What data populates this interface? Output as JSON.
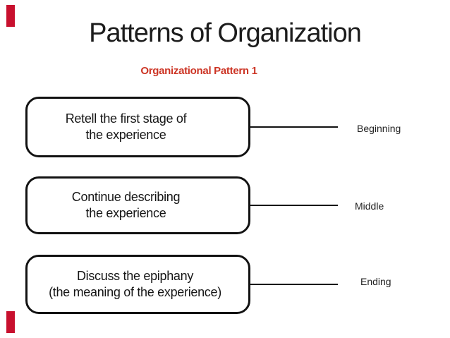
{
  "slide": {
    "title": "Patterns of Organization",
    "subtitle": "Organizational Pattern 1",
    "rows": [
      {
        "line1": "Retell the first stage of",
        "line2": "the experience",
        "label": "Beginning"
      },
      {
        "line1": "Continue describing",
        "line2": "the experience",
        "label": "Middle"
      },
      {
        "line1": "Discuss the epiphany",
        "line2": "(the meaning of the experience)",
        "label": "Ending"
      }
    ],
    "colors": {
      "accent_bar_red": "#c8102e",
      "subtitle_red": "#cc3424",
      "ink": "#161616"
    }
  }
}
